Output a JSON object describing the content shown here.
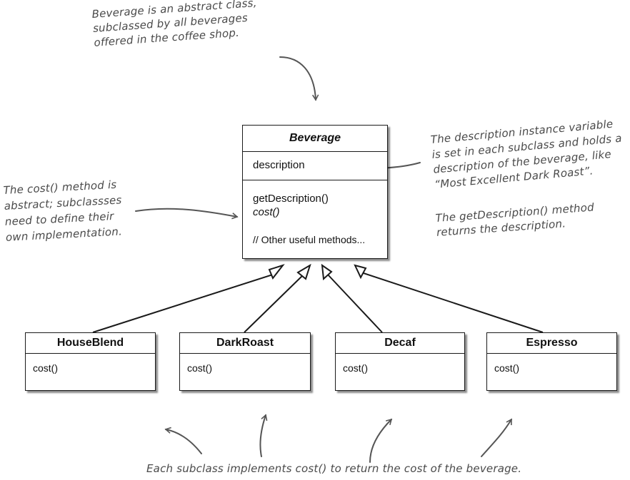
{
  "superclass": {
    "name": "Beverage",
    "fields": [
      "description"
    ],
    "methods": [
      "getDescription()",
      "cost()",
      "// Other useful methods..."
    ]
  },
  "subclasses": [
    {
      "name": "HouseBlend",
      "method": "cost()"
    },
    {
      "name": "DarkRoast",
      "method": "cost()"
    },
    {
      "name": "Decaf",
      "method": "cost()"
    },
    {
      "name": "Espresso",
      "method": "cost()"
    }
  ],
  "notes": {
    "top": [
      "Beverage is an abstract class,",
      "subclassed by all beverages",
      "offered in the coffee shop."
    ],
    "left": [
      "The cost() method is",
      "abstract; subclassses",
      "need to define their",
      "own implementation."
    ],
    "right_a": [
      "The description instance variable",
      "is set in each subclass and holds a",
      "description of the beverage, like",
      "“Most Excellent Dark Roast”."
    ],
    "right_b": [
      "The getDescription() method",
      "returns the description."
    ],
    "bottom": "Each subclass implements cost() to return the cost of the beverage."
  }
}
